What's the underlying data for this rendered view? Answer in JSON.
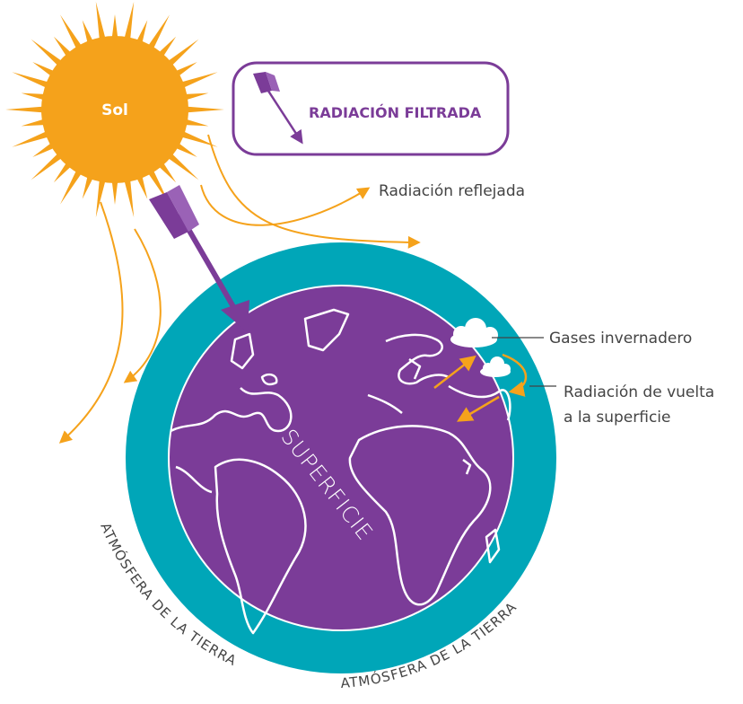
{
  "colors": {
    "sun": "#f5a21b",
    "atmosphere": "#00a6b8",
    "surface": "#7b3c98",
    "arrow_orange": "#f5a21b",
    "legend_border": "#7b3c98"
  },
  "sun": {
    "label": "Sol"
  },
  "legend": {
    "label": "RADIACIÓN FILTRADA"
  },
  "labels": {
    "reflected": "Radiación reflejada",
    "greenhouse": "Gases invernadero",
    "return_line1": "Radiación de vuelta",
    "return_line2": "a la superficie"
  },
  "earth": {
    "surface_label": "SUPERFICIE",
    "atmosphere_label": "ATMÓSFERA DE LA TIERRA"
  },
  "icons": {
    "legend_arrow": "filtered-radiation-arrow-icon",
    "cloud": "cloud-icon"
  }
}
